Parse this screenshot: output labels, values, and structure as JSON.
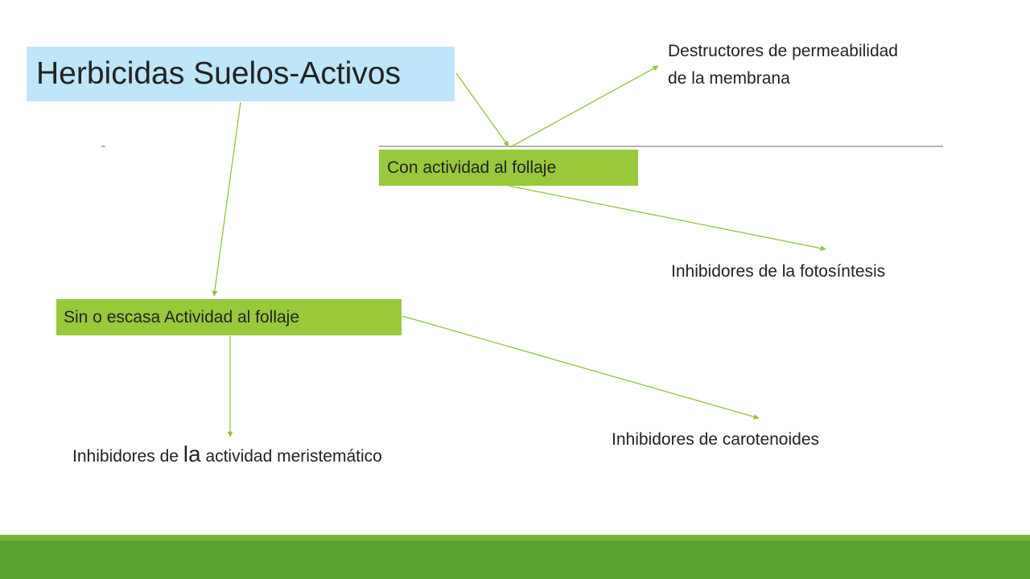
{
  "colors": {
    "title_box": "#bde6fa",
    "green_box": "#97c93b",
    "connector": "#8cc63f",
    "footer": "#5aa532",
    "footer_highlight": "#8cc63f",
    "rule": "#9a9a9a"
  },
  "title": "Herbicidas Suelos-Activos",
  "nodes": {
    "foliage": "Con actividad al follaje",
    "no_foliage": "Sin o escasa Actividad al follaje"
  },
  "outcomes": {
    "membrane": {
      "line1": "Destructores de permeabilidad",
      "line2": "de la membrana"
    },
    "photosynthesis": "Inhibidores de la fotosíntesis",
    "carotenoids": "Inhibidores de carotenoides",
    "meristematic": {
      "prefix": "Inhibidores de ",
      "emphasis": "la",
      "suffix": " actividad meristemático"
    }
  }
}
